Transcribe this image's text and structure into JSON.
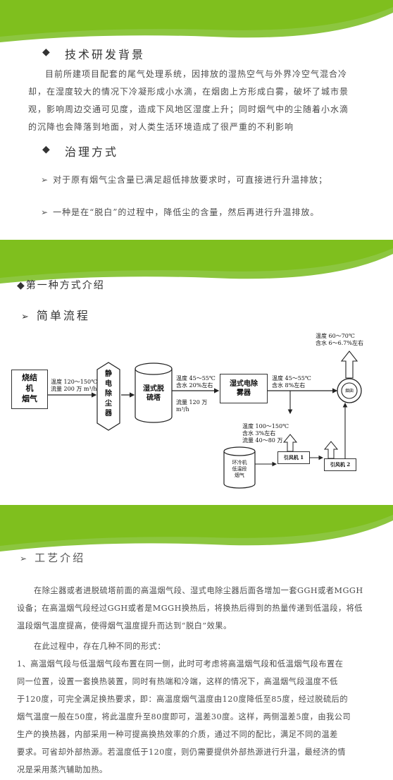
{
  "colors": {
    "green": "#7fbf1e",
    "green_light": "#a8d45a",
    "text": "#4a4a4a"
  },
  "sec1": {
    "heading1": "技术研发背景",
    "para_lines": [
      "目前所建项目配套的尾气处理系统，因排放的湿热空气与外界冷空气混合冷",
      "却，在湿度较大的情况下冷凝形成小水滴，在烟囱上方形成白雾，破坏了城市景",
      "观，影响周边交通可见度，造成下风地区湿度上升；同时烟气中的尘随着小水滴",
      "的沉降也会降落到地面，对人类生活环境造成了很严重的不利影响"
    ],
    "heading2": "治理方式",
    "item1": "对于原有烟气尘含量已满足超低排放要求时，可直接进行升温排放；",
    "item2": "一种是在“脱白”的过程中，降低尘的含量，然后再进行升温排放。"
  },
  "sec2": {
    "heading1": "第一种方式介绍",
    "heading2": "简单流程",
    "flow": {
      "source": [
        "烧结",
        "机",
        "烟气"
      ],
      "in_label": [
        "温度 120～150℃",
        "流量 200 万 m³/h"
      ],
      "esp": [
        "静",
        "电",
        "除",
        "尘",
        "器"
      ],
      "tower": [
        "湿式脱",
        "硫塔"
      ],
      "after_tower": [
        "温度 45～55℃",
        "含水 20%左右"
      ],
      "tower_flow": [
        "流量 120 万",
        "m³/h"
      ],
      "wesp": [
        "湿式电除",
        "雾器"
      ],
      "after_wesp": [
        "温度 45～55℃",
        "含水 8%左右"
      ],
      "stack_top": [
        "温度 60～70℃",
        "含水 6～6.7%左右"
      ],
      "stack": "烟囱",
      "hot_air": [
        "温度 100～150℃",
        "含水 3%左右",
        "流量 40～80 万"
      ],
      "cooler": [
        "环冷机",
        "低温段",
        "烟气"
      ],
      "fan1": "引风机 1",
      "fan2": "引风机 2"
    }
  },
  "sec3": {
    "heading": "工艺介绍",
    "para1_lines": [
      "在除尘器或者进脱硫塔前面的高温烟气段、湿式电除尘器后面各增加一套GGH或者MGGH",
      "设备；在高温烟气段经过GGH或者是MGGH换热后，将换热后得到的热量传递到低温段，将低",
      "温段烟气温度提高，使得烟气温度提升而达到“脱白”效果。"
    ],
    "para2": "在此过程中，存在几种不同的形式：",
    "para3_lines": [
      "1、高温烟气段与低温烟气段布置在同一侧，此时可考虑将高温烟气段和低温烟气段布置在",
      "同一位置，设置一套换热装置，同时有热端和冷端，这样的情况下，高温烟气段温度不低",
      "于120度，可完全满足换热要求，即：高温度烟气温度由120度降低至85度，经过脱硫后的",
      "烟气温度一般在50度，将此温度升至80度即可，温差30度。这样，两侧温差5度，由我公司",
      "生产的换热器，内部采用一种可提高换热效率的介质，通过不同的配比，满足不同的温差",
      "要求。可省却外部热源。若温度低于120度，则仍需要提供外部热源进行升温，最经济的情",
      "况是采用蒸汽辅助加热。"
    ]
  }
}
